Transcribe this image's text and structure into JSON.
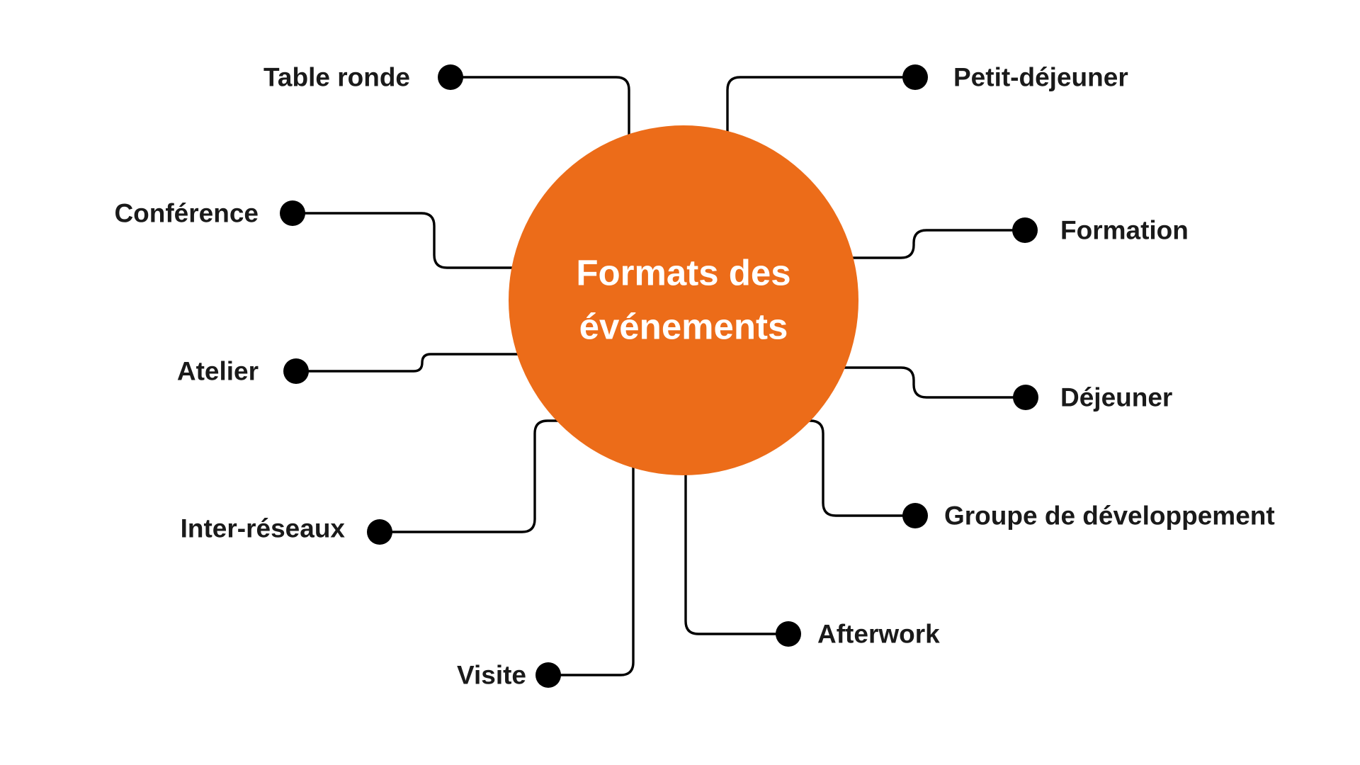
{
  "diagram": {
    "type": "mind-map",
    "center": {
      "lines": [
        "Formats des",
        "événements"
      ],
      "color": "#EC6C19",
      "text_color": "#ffffff"
    },
    "connector_color": "#000000",
    "label_color": "#1a1a1a",
    "branches": [
      {
        "id": "table-ronde",
        "label": "Table ronde",
        "side": "left"
      },
      {
        "id": "conference",
        "label": "Conférence",
        "side": "left"
      },
      {
        "id": "atelier",
        "label": "Atelier",
        "side": "left"
      },
      {
        "id": "inter-reseaux",
        "label": "Inter-réseaux",
        "side": "left"
      },
      {
        "id": "visite",
        "label": "Visite",
        "side": "left"
      },
      {
        "id": "petit-dejeuner",
        "label": "Petit-déjeuner",
        "side": "right"
      },
      {
        "id": "formation",
        "label": "Formation",
        "side": "right"
      },
      {
        "id": "dejeuner",
        "label": "Déjeuner",
        "side": "right"
      },
      {
        "id": "groupe-developpement",
        "label": "Groupe de développement",
        "side": "right"
      },
      {
        "id": "afterwork",
        "label": "Afterwork",
        "side": "right"
      }
    ]
  }
}
